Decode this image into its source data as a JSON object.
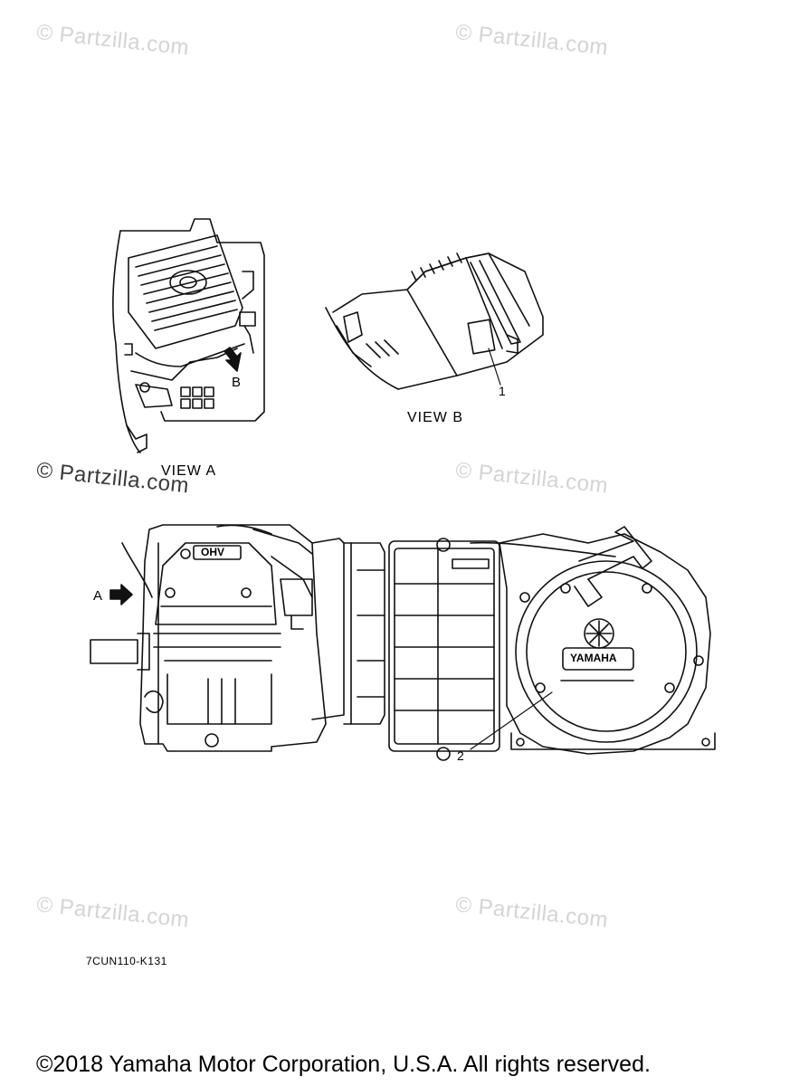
{
  "watermarks": [
    "© Partzilla.com",
    "© Partzilla.com",
    "© Partzilla.com",
    "© Partzilla.com",
    "© Partzilla.com",
    "© Partzilla.com"
  ],
  "labels": {
    "view_a": "VIEW  A",
    "view_b": "VIEW  B",
    "arrow_a": "A",
    "arrow_b": "B",
    "callout_1": "1",
    "callout_2": "2",
    "ohv": "OHV",
    "yamaha": "YAMAHA",
    "diagram_code": "7CUN110-K131"
  },
  "footer": {
    "copyright": "©2018  Yamaha Motor Corporation, U.S.A. All rights reserved."
  }
}
